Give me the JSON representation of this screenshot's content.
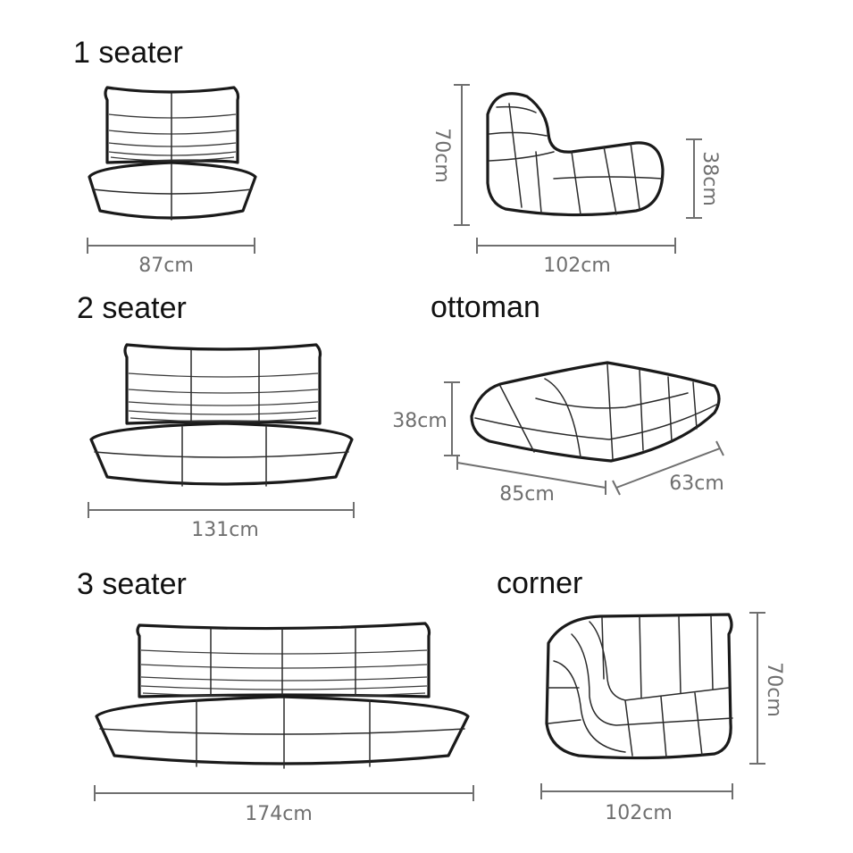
{
  "labels": {
    "one_seater": "1 seater",
    "two_seater": "2 seater",
    "three_seater": "3 seater",
    "ottoman": "ottoman",
    "corner": "corner"
  },
  "dimensions": {
    "one_seater_front_width": "87cm",
    "one_seater_side_height": "70cm",
    "one_seater_side_seat_height": "38cm",
    "one_seater_side_depth": "102cm",
    "two_seater_width": "131cm",
    "ottoman_height": "38cm",
    "ottoman_width": "85cm",
    "ottoman_depth": "63cm",
    "three_seater_width": "174cm",
    "corner_height": "70cm",
    "corner_depth": "102cm"
  },
  "colors": {
    "outline": "#1a1a1a",
    "dimension": "#6f6f6f",
    "background": "#ffffff"
  }
}
